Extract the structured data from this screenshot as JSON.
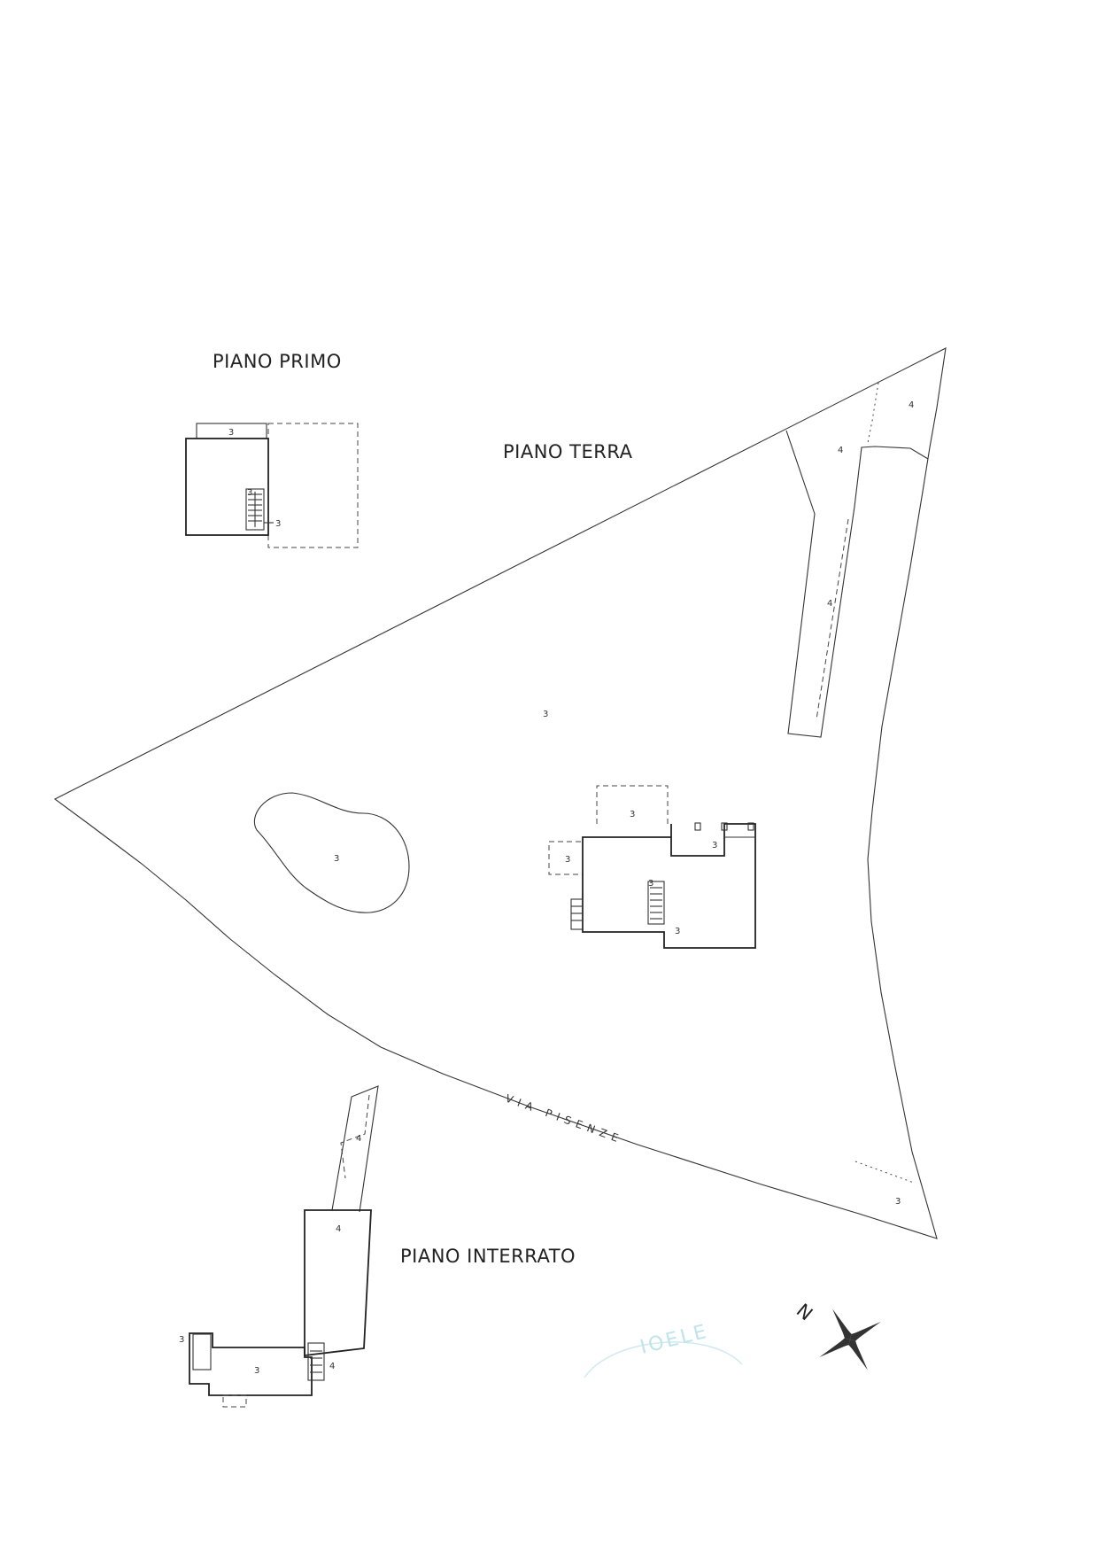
{
  "labels": {
    "piano_primo": "PIANO PRIMO",
    "piano_terra": "PIANO TERRA",
    "piano_interrato": "PIANO INTERRATO",
    "street": "VIA PISENZE",
    "north": "N"
  },
  "numbers": {
    "n3": "3",
    "n4": "4"
  },
  "stamp": {
    "text": "IOELE"
  },
  "colors": {
    "line": "#333333",
    "stamp": "#bfe4ea"
  }
}
